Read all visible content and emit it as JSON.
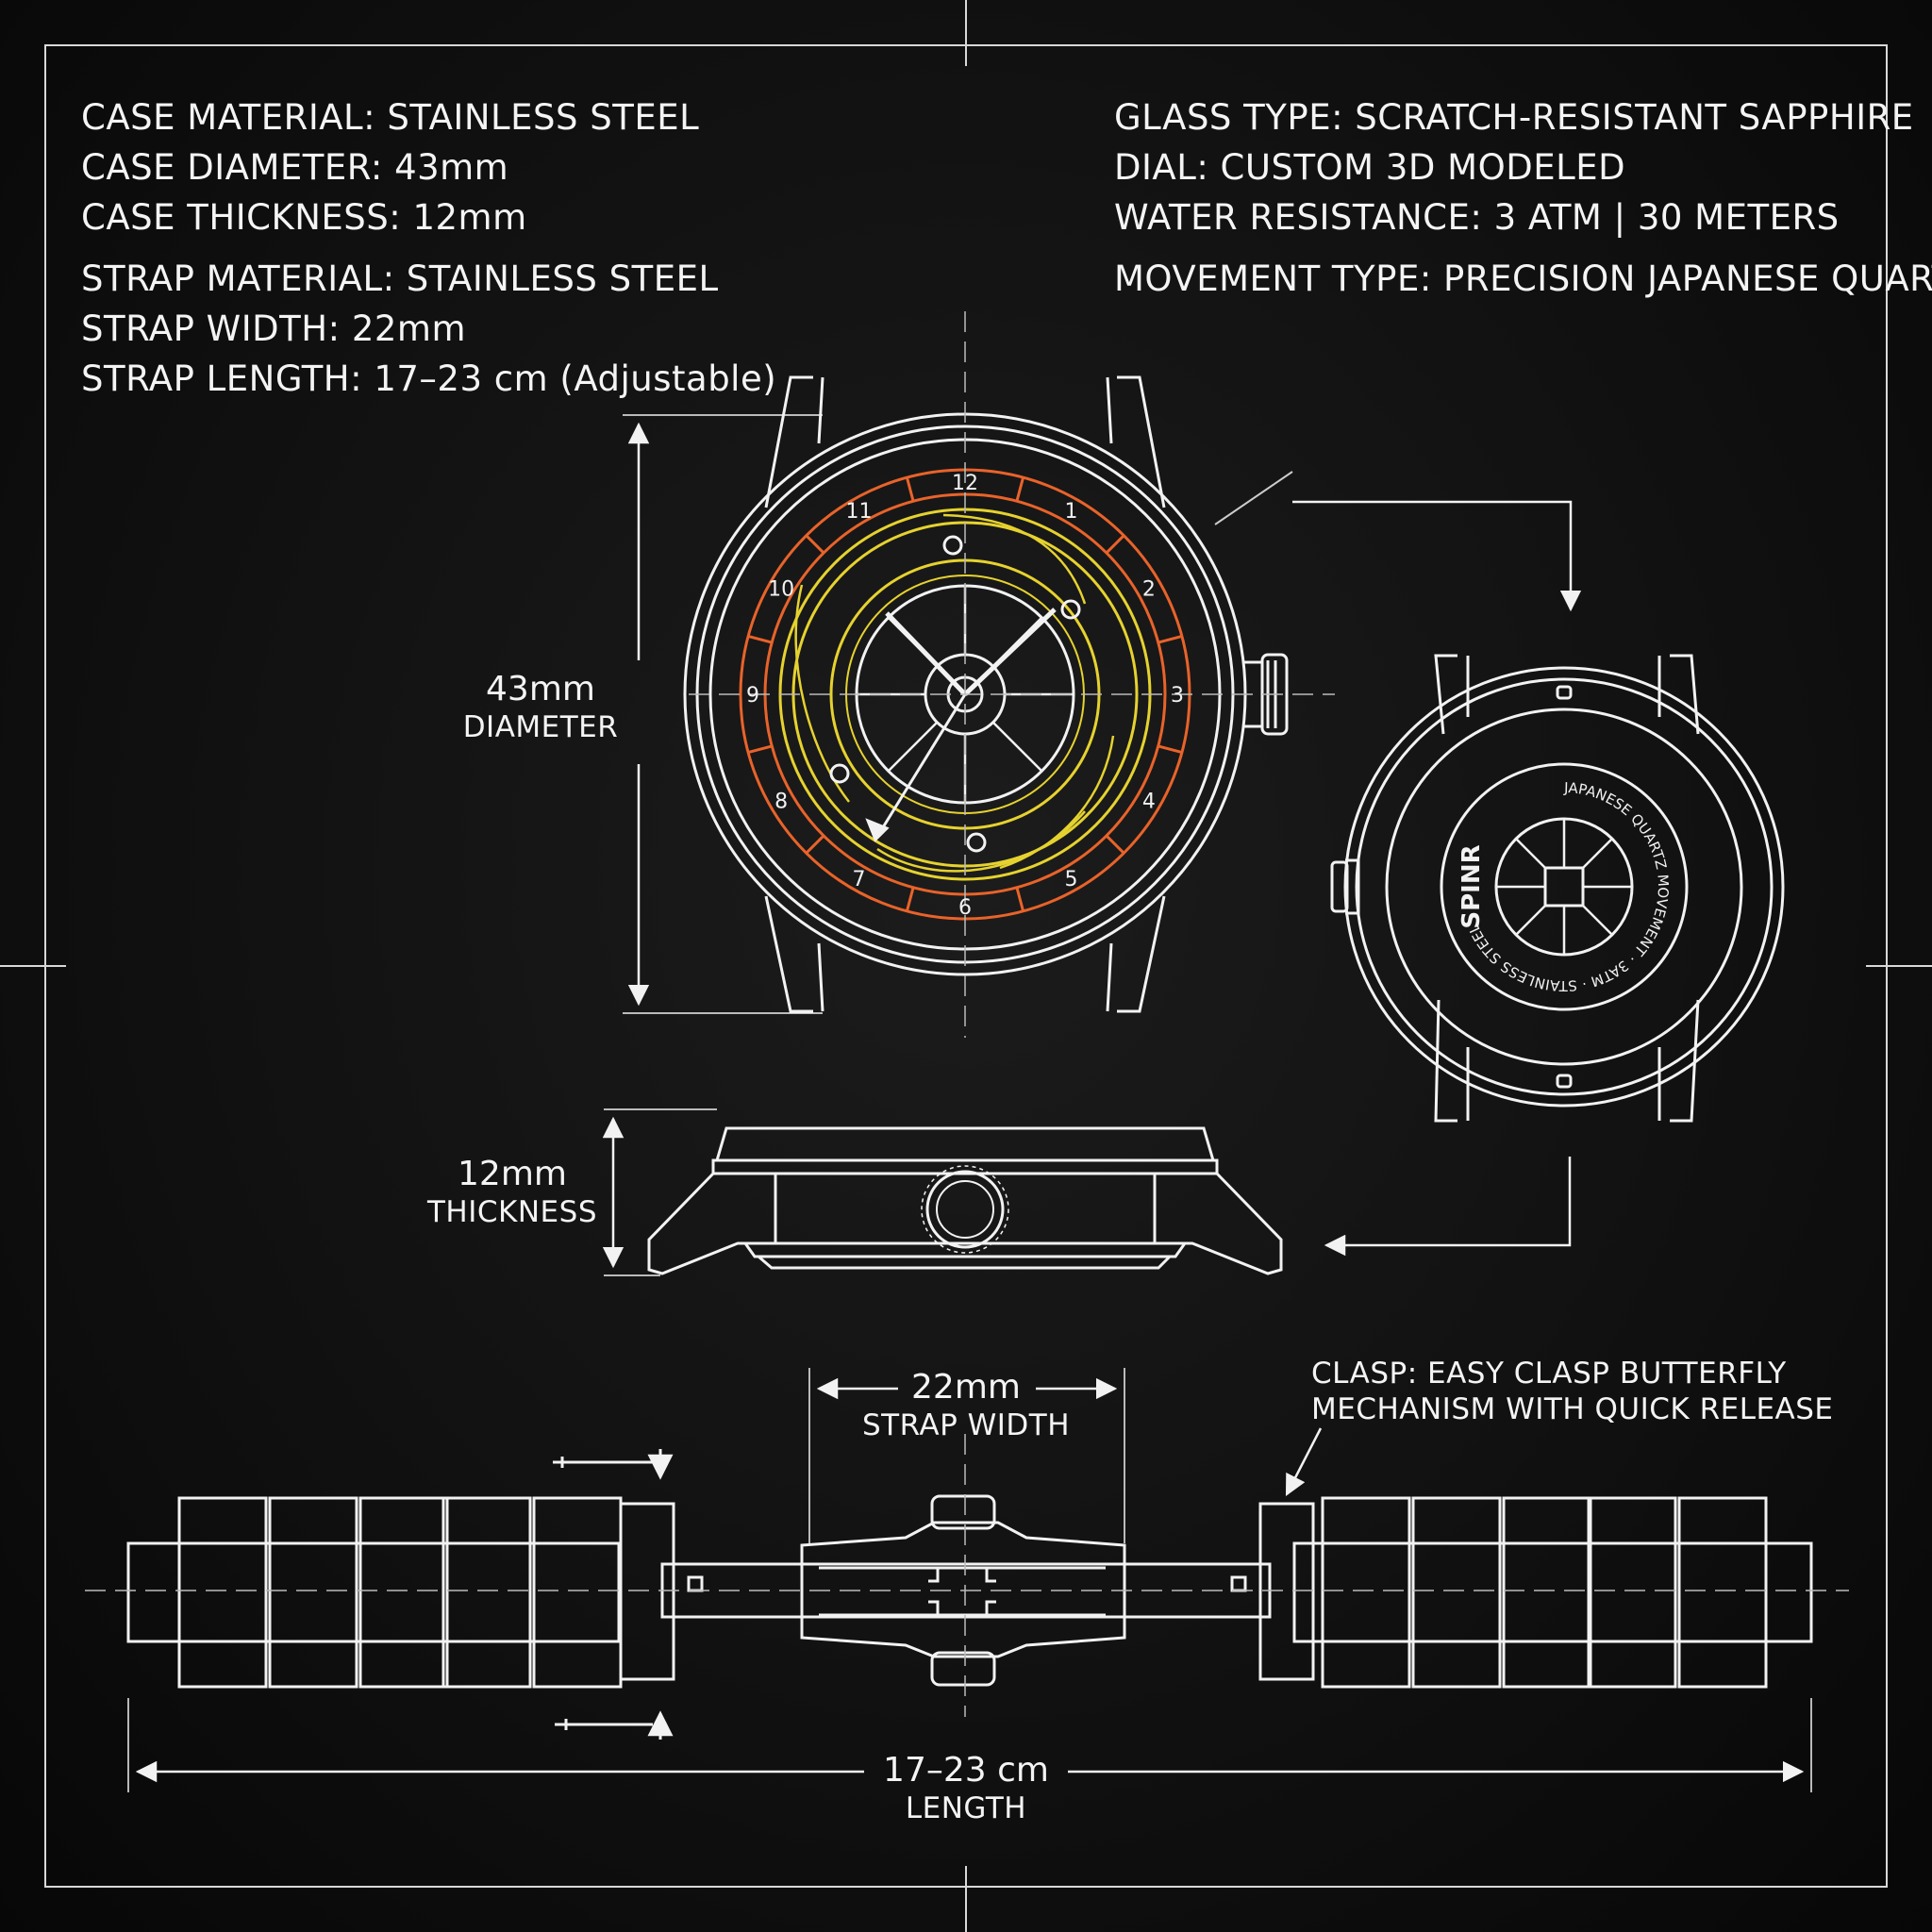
{
  "specs_left": [
    {
      "text": "CASE MATERIAL: STAINLESS STEEL"
    },
    {
      "text": "CASE DIAMETER: 43mm"
    },
    {
      "text": "CASE THICKNESS: 12mm"
    },
    {
      "text": "STRAP MATERIAL: STAINLESS STEEL"
    },
    {
      "text": "STRAP WIDTH: 22mm"
    },
    {
      "text": "STRAP LENGTH: 17–23 cm (Adjustable)"
    }
  ],
  "specs_right": [
    {
      "text": "GLASS TYPE: SCRATCH-RESISTANT SAPPHIRE"
    },
    {
      "text": "DIAL: CUSTOM 3D MODELED"
    },
    {
      "text": "WATER RESISTANCE: 3 ATM | 30 METERS"
    },
    {
      "text": "MOVEMENT TYPE: PRECISION JAPANESE QUARTZ"
    }
  ],
  "dimensions": {
    "diameter": {
      "value": "43mm",
      "label": "DIAMETER"
    },
    "thickness": {
      "value": "12mm",
      "label": "THICKNESS"
    },
    "strap_width": {
      "value": "22mm",
      "label": "STRAP WIDTH"
    },
    "length": {
      "value": "17–23 cm",
      "label": "LENGTH"
    }
  },
  "clasp": {
    "line1": "CLASP: EASY CLASP BUTTERFLY",
    "line2": "MECHANISM WITH QUICK RELEASE"
  },
  "dial_numerals": [
    "12",
    "1",
    "2",
    "3",
    "4",
    "5",
    "6",
    "7",
    "8",
    "9",
    "10",
    "11"
  ],
  "caseback": {
    "brand": "SPINR",
    "ring_text": "JAPANESE QUARTZ MOVEMENT · 3ATM · STAINLESS STEEL ·"
  },
  "colors": {
    "line": "#f2f2f2",
    "dial_ring": "#e8632a",
    "dial_rotor": "#e6d22f",
    "background": "#111111"
  }
}
